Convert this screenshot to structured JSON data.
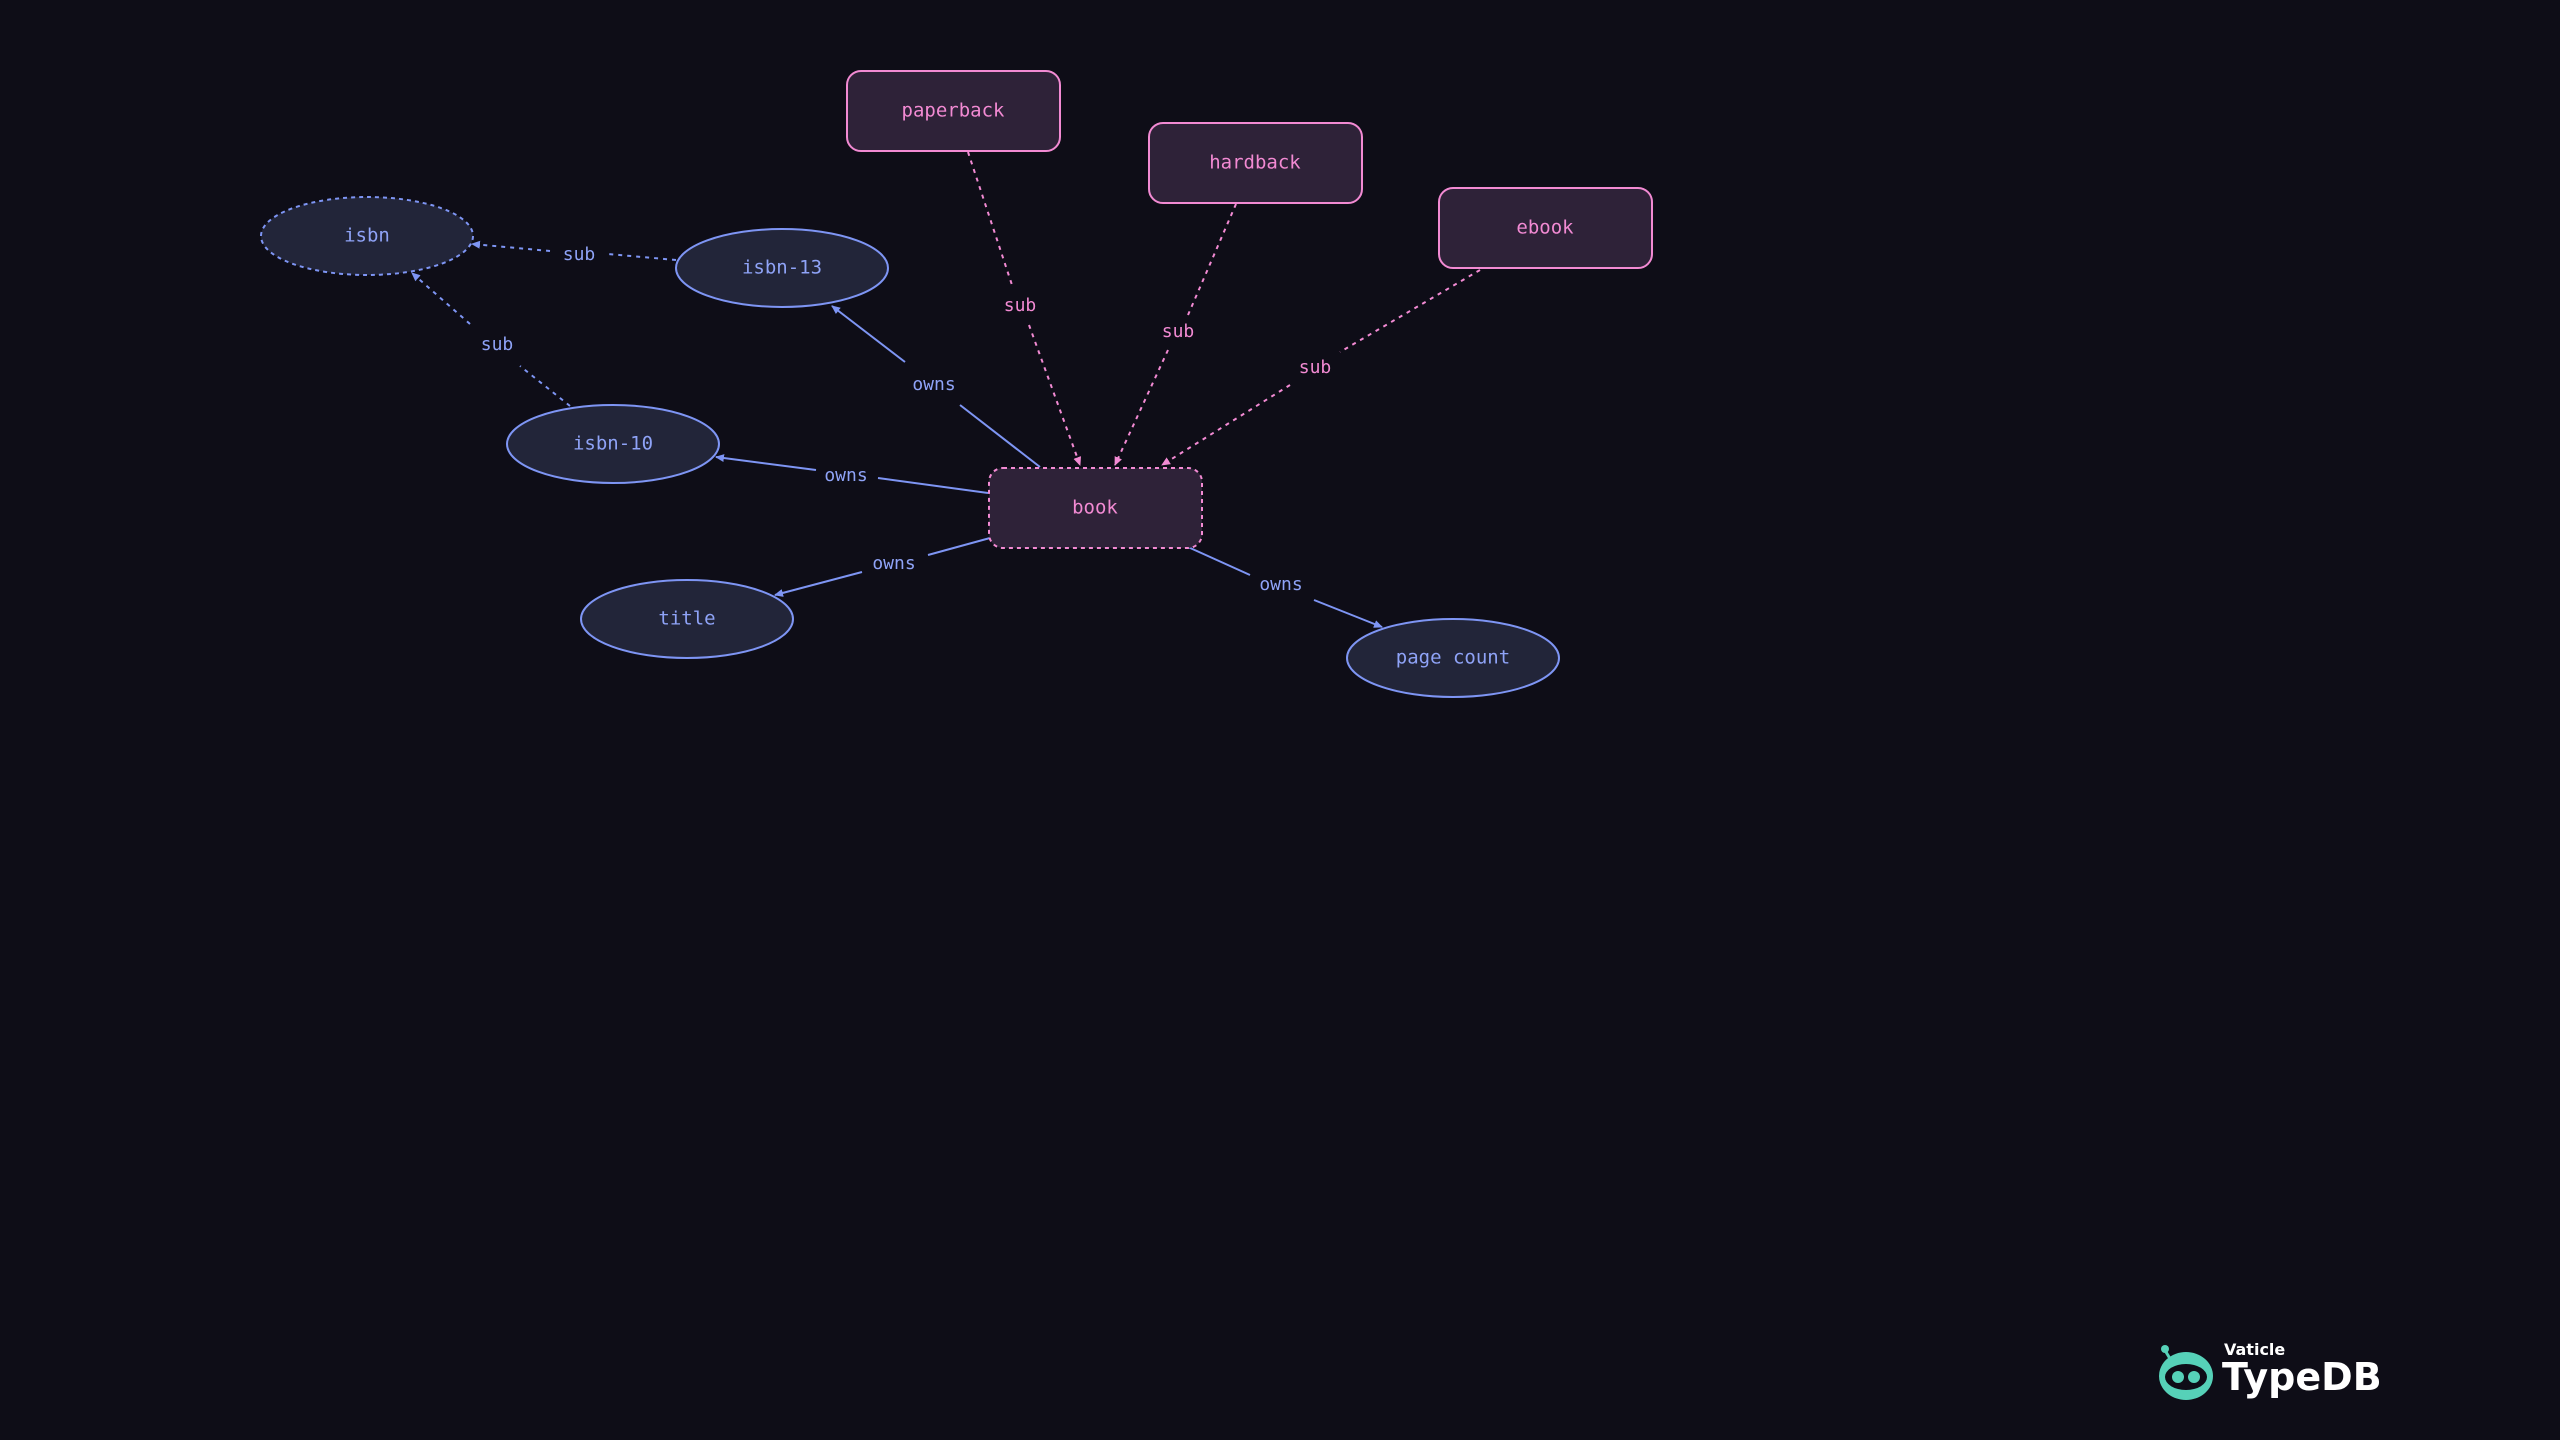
{
  "colors": {
    "background": "#0e0d17",
    "entity_fill": "#2e2238",
    "entity_stroke": "#f28ad3",
    "entity_text": "#f28ad3",
    "attribute_fill": "#222539",
    "attribute_stroke": "#7e95f4",
    "attribute_text": "#8fa3f7",
    "logo_accent": "#56d1b8",
    "logo_text": "#ffffff"
  },
  "nodes": {
    "paperback": {
      "label": "paperback",
      "kind": "entity"
    },
    "hardback": {
      "label": "hardback",
      "kind": "entity"
    },
    "ebook": {
      "label": "ebook",
      "kind": "entity"
    },
    "book": {
      "label": "book",
      "kind": "entity",
      "abstract": true
    },
    "isbn": {
      "label": "isbn",
      "kind": "attribute",
      "abstract": true
    },
    "isbn13": {
      "label": "isbn-13",
      "kind": "attribute"
    },
    "isbn10": {
      "label": "isbn-10",
      "kind": "attribute"
    },
    "title": {
      "label": "title",
      "kind": "attribute"
    },
    "pagecount": {
      "label": "page count",
      "kind": "attribute"
    }
  },
  "edges": {
    "paperback_sub": {
      "label": "sub",
      "from": "paperback",
      "to": "book"
    },
    "hardback_sub": {
      "label": "sub",
      "from": "hardback",
      "to": "book"
    },
    "ebook_sub": {
      "label": "sub",
      "from": "ebook",
      "to": "book"
    },
    "isbn13_sub": {
      "label": "sub",
      "from": "isbn-13",
      "to": "isbn"
    },
    "isbn10_sub": {
      "label": "sub",
      "from": "isbn-10",
      "to": "isbn"
    },
    "book_owns_isbn13": {
      "label": "owns",
      "from": "book",
      "to": "isbn-13"
    },
    "book_owns_isbn10": {
      "label": "owns",
      "from": "book",
      "to": "isbn-10"
    },
    "book_owns_title": {
      "label": "owns",
      "from": "book",
      "to": "title"
    },
    "book_owns_pagecount": {
      "label": "owns",
      "from": "book",
      "to": "page count"
    }
  },
  "logo": {
    "company": "Vaticle",
    "product": "TypeDB",
    "icon": "typedb-robot-icon"
  }
}
